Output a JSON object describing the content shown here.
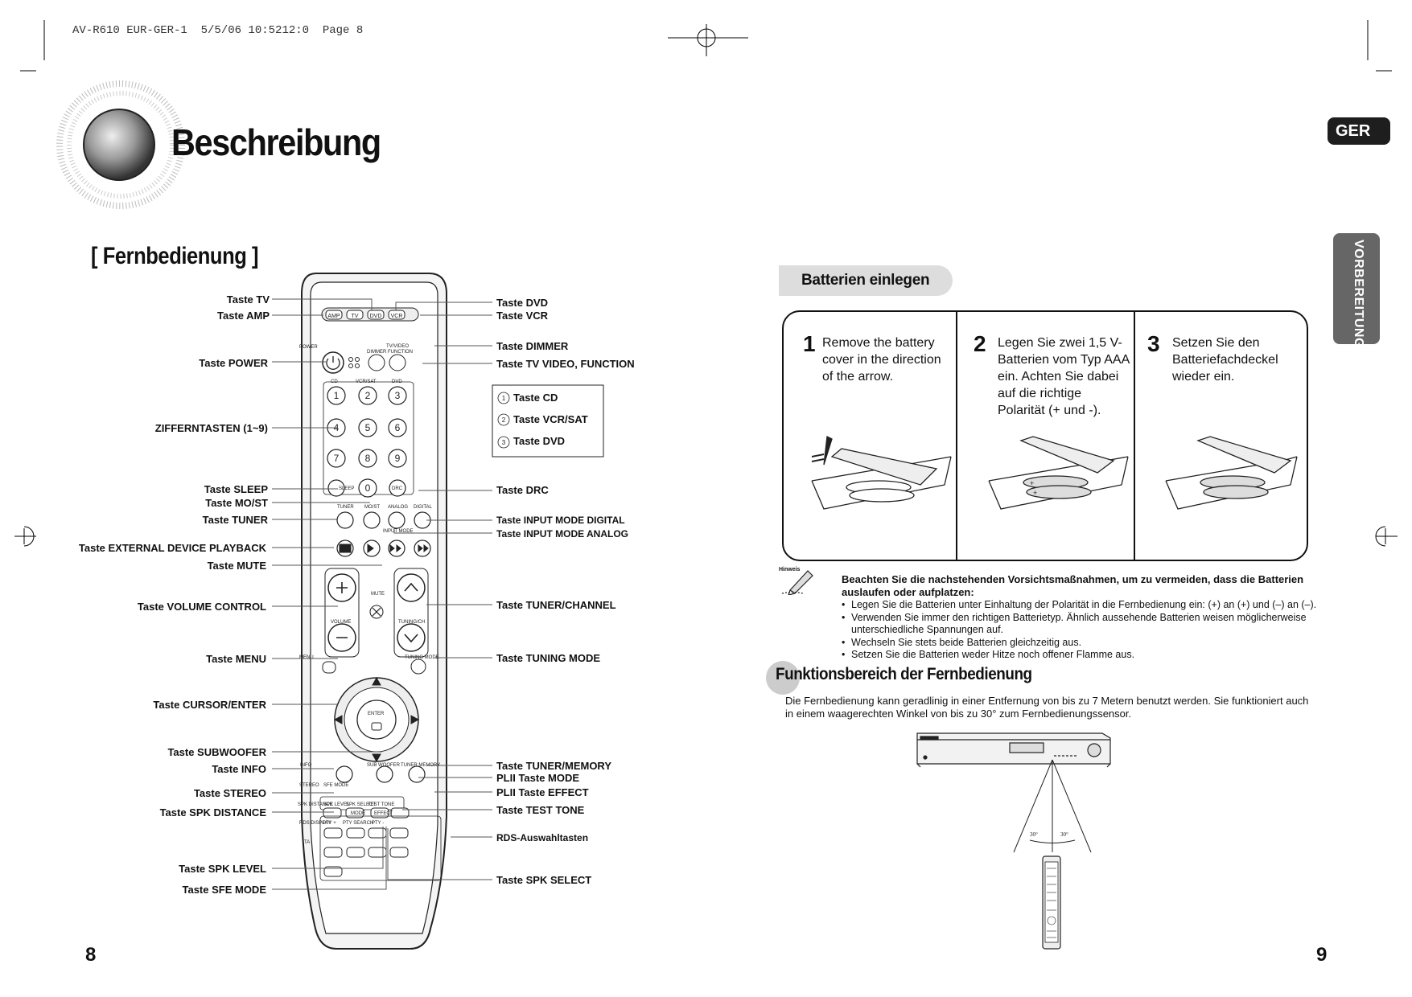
{
  "print_header": "AV-R610 EUR-GER-1  5/5/06 10:5212:0  Page 8",
  "title": "Beschreibung",
  "language_badge": "GER",
  "section_tab": "VORBEREITUNGEN",
  "left": {
    "subtitle": "[ Fernbedienung ]",
    "labels_left": [
      "Taste TV",
      "Taste AMP",
      "Taste POWER",
      "ZIFFERNTASTEN (1~9)",
      "Taste SLEEP",
      "Taste MO/ST",
      "Taste TUNER",
      "Taste EXTERNAL DEVICE PLAYBACK",
      "Taste MUTE",
      "Taste VOLUME CONTROL",
      "Taste MENU",
      "Taste CURSOR/ENTER",
      "Taste SUBWOOFER",
      "Taste INFO",
      "Taste STEREO",
      "Taste SPK DISTANCE",
      "Taste SPK LEVEL",
      "Taste SFE MODE"
    ],
    "labels_right": [
      "Taste DVD",
      "Taste VCR",
      "Taste DIMMER",
      "Taste TV VIDEO, FUNCTION",
      "Taste DRC",
      "Taste INPUT MODE DIGITAL",
      "Taste INPUT MODE ANALOG",
      "Taste TUNER/CHANNEL",
      "Taste TUNING MODE",
      "Taste TUNER/MEMORY",
      "PLII Taste MODE",
      "PLII Taste EFFECT",
      "Taste TEST TONE",
      "RDS-Auswahltasten",
      "Taste SPK SELECT"
    ],
    "inset_box": [
      "Taste CD",
      "Taste VCR/SAT",
      "Taste DVD"
    ],
    "remote": {
      "source_buttons": [
        "AMP",
        "TV",
        "DVD",
        "VCR"
      ],
      "small_labels": [
        "POWER",
        "DIMMER",
        "FUNCTION",
        "TV/VIDEO",
        "CD",
        "VCR/SAT",
        "DVD",
        "SLEEP",
        "DRC",
        "TUNER",
        "MO/ST",
        "ANALOG",
        "DIGITAL",
        "INPUT MODE",
        "MUTE",
        "VOLUME",
        "TUNING/CH",
        "MENU",
        "TUNING MODE",
        "ENTER",
        "INFO",
        "SUB WOOFER",
        "TUNER MEMORY",
        "STEREO",
        "SFE MODE",
        "MODE",
        "EFFECT",
        "SPK DISTANCE",
        "SPK LEVEL",
        "SPK SELECT",
        "TEST TONE",
        "RDS DISPLAY",
        "PTY +",
        "PTY SEARCH",
        "PTY -",
        "TA"
      ],
      "digits": [
        "1",
        "2",
        "3",
        "4",
        "5",
        "6",
        "7",
        "8",
        "9",
        "0"
      ]
    },
    "page_number": "8"
  },
  "right": {
    "battery_heading": "Batterien einlegen",
    "steps": [
      {
        "num": "1",
        "text": "Remove the battery cover in the direction of the arrow."
      },
      {
        "num": "2",
        "text": "Legen Sie zwei 1,5 V-Batterien vom Typ AAA ein. Achten Sie dabei auf die richtige Polarität (+ und -)."
      },
      {
        "num": "3",
        "text": "Setzen Sie den Batteriefachdeckel wieder ein."
      }
    ],
    "note_icon_label": "Hinweis",
    "note_title": "Beachten Sie die nachstehenden Vorsichtsmaßnahmen, um zu vermeiden, dass die Batterien auslaufen oder aufplatzen:",
    "notes": [
      "Legen Sie die Batterien unter Einhaltung der Polarität in die Fernbedienung ein: (+) an (+) und (–) an (–).",
      "Verwenden Sie immer den richtigen Batterietyp. Ähnlich aussehende Batterien weisen möglicherweise unterschiedliche Spannungen auf.",
      "Wechseln Sie stets beide Batterien gleichzeitig aus.",
      "Setzen Sie die Batterien weder Hitze noch offener Flamme aus."
    ],
    "range_heading": "Funktionsbereich der Fernbedienung",
    "range_text": "Die Fernbedienung kann geradlinig in einer Entfernung von bis zu 7 Metern benutzt werden. Sie funktioniert auch in einem waagerechten Winkel von bis zu 30° zum Fernbedienungssensor.",
    "angle_left": "30°",
    "angle_right": "30°",
    "page_number": "9"
  }
}
